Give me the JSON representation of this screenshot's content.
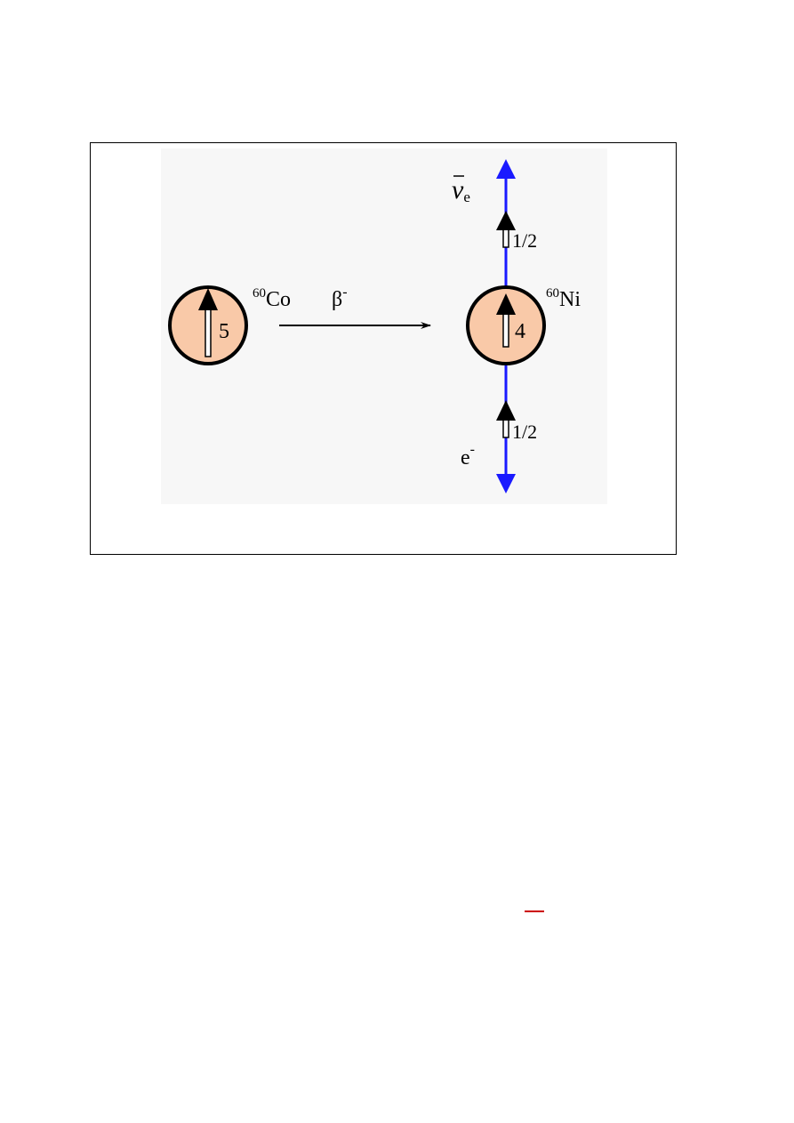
{
  "diagram": {
    "colors": {
      "panel_background": "#f7f7f7",
      "nucleus_fill": "#f9c9a8",
      "nucleus_stroke": "#000000",
      "emission_line": "#1a1aff",
      "arrow": "#000000"
    },
    "parent": {
      "mass_number": "60",
      "symbol": "Co",
      "spin": "5"
    },
    "daughter": {
      "mass_number": "60",
      "symbol": "Ni",
      "spin": "4"
    },
    "decay_label": {
      "symbol": "β",
      "charge": "-"
    },
    "antineutrino": {
      "symbol": "ν",
      "subscript": "e",
      "spin": "1/2",
      "bar_mark": "yes"
    },
    "electron": {
      "symbol": "e",
      "charge": "-",
      "spin": "1/2"
    }
  },
  "page": {
    "accent_mark_color": "#cc0000"
  }
}
